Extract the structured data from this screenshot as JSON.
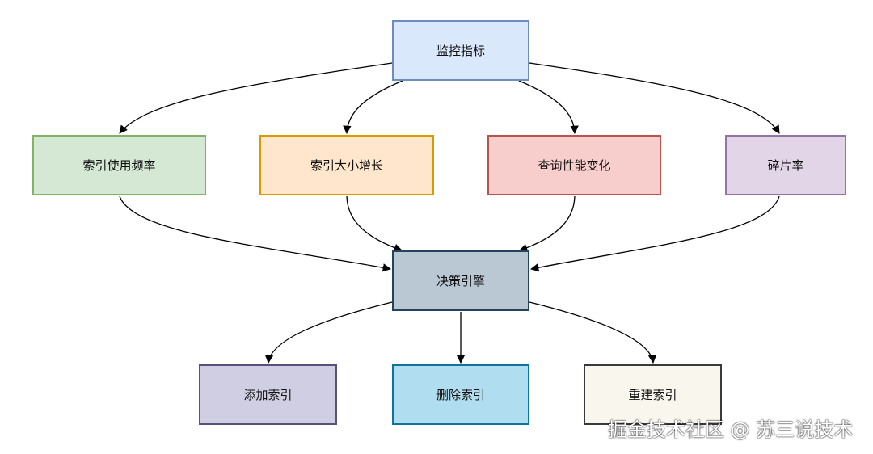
{
  "nodes": {
    "monitor": "监控指标",
    "usage": "索引使用频率",
    "size": "索引大小增长",
    "perf": "查询性能变化",
    "frag": "碎片率",
    "engine": "决策引擎",
    "add": "添加索引",
    "delete": "删除索引",
    "rebuild": "重建索引"
  },
  "colors": {
    "edge": "#000000"
  },
  "watermark": "掘金技术社区 @ 苏三说技术"
}
